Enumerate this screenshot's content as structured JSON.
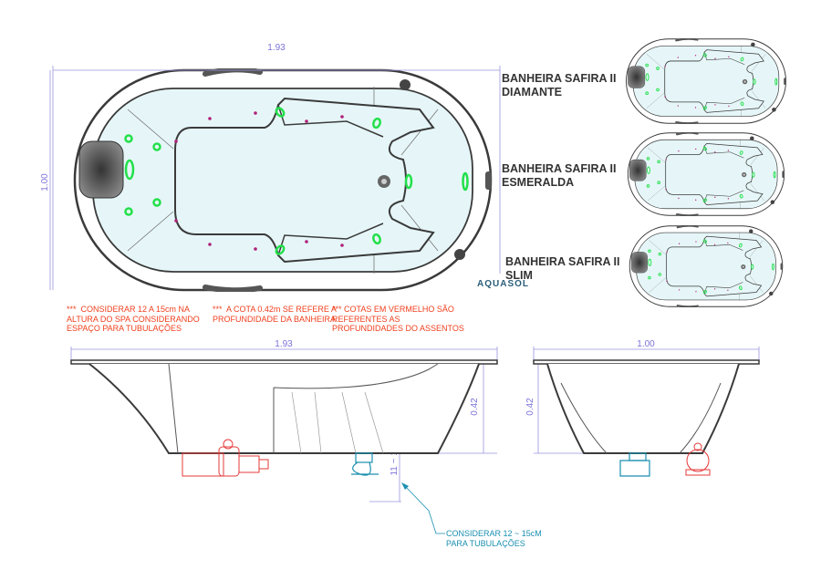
{
  "dimensions": {
    "length": "1.93",
    "width": "1.00",
    "depth": "0.42",
    "pipe_gap": "11 ~ 15 cm"
  },
  "models": [
    {
      "line1": "BANHEIRA SAFIRA II",
      "line2": "DIAMANTE"
    },
    {
      "line1": "BANHEIRA SAFIRA II",
      "line2": "ESMERALDA"
    },
    {
      "line1": "BANHEIRA SAFIRA II",
      "line2": "SLIM"
    }
  ],
  "notes": {
    "spa_height": [
      "***  CONSIDERAR 12 A 15cm NA",
      "ALTURA DO SPA CONSIDERANDO",
      "ESPAÇO PARA TUBULAÇÕES"
    ],
    "depth_ref": [
      "***  A COTA 0.42m SE REFERE A",
      "PROFUNDIDADE DA BANHEIRA"
    ],
    "red_dims": [
      "*** COTAS EM VERMELHO SÃO",
      "REFERENTES AS",
      "PROFUNDIDADES DO ASSENTOS"
    ],
    "pipe": [
      "CONSIDERAR 12 ~ 15cM",
      "PARA TUBULAÇÕES"
    ]
  },
  "logo": {
    "text": "AQUASOL"
  },
  "colors": {
    "outline": "#3a3a3a",
    "water": "#e6f6f8",
    "jet": "#22e04a",
    "dim": "#7b74d8",
    "note": "#f0401e",
    "pipe": "#1a8fb0",
    "pump": "#e53a3a"
  }
}
